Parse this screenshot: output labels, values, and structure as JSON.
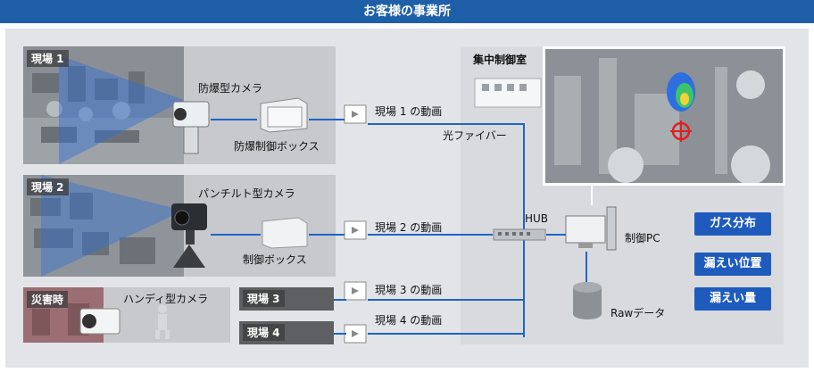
{
  "header": {
    "title": "お客様の事業所"
  },
  "sites": {
    "site1": {
      "tag": "現場 1",
      "camera_label": "防爆型カメラ",
      "box_label": "防爆制御ボックス",
      "video_label": "現場 1 の動画"
    },
    "site2": {
      "tag": "現場 2",
      "camera_label": "パンチルト型カメラ",
      "box_label": "制御ボックス",
      "video_label": "現場 2 の動画"
    },
    "disaster": {
      "tag": "災害時",
      "camera_label": "ハンディ型カメラ"
    },
    "site3": {
      "tag": "現場 3",
      "video_label": "現場 3 の動画"
    },
    "site4": {
      "tag": "現場 4",
      "video_label": "現場 4 の動画"
    }
  },
  "network": {
    "fiber_label": "光ファイバー",
    "hub_label": "HUB",
    "pc_label": "制御PC",
    "raw_label": "Rawデータ"
  },
  "control_room": {
    "title": "集中制御室"
  },
  "outputs": [
    "ガス分布",
    "漏えい位置",
    "漏えい量"
  ],
  "colors": {
    "header": "#1f5fa8",
    "line": "#1f64c8",
    "button": "#1e5bbd"
  }
}
